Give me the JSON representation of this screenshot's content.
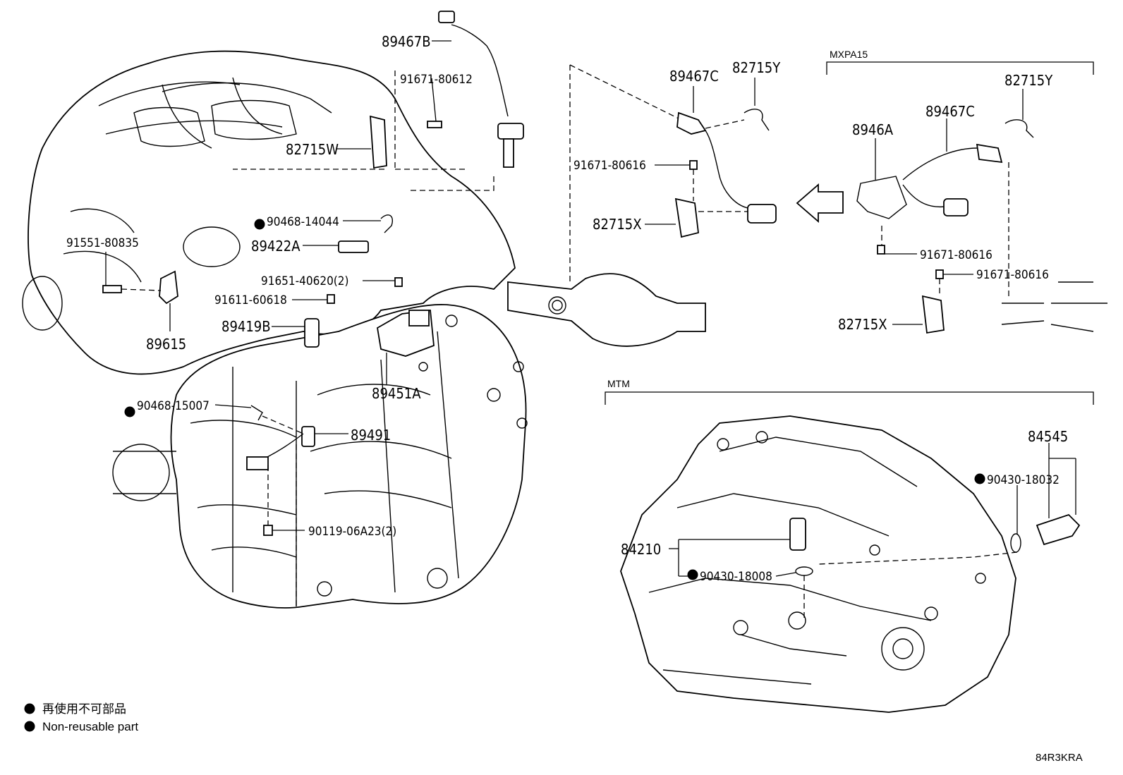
{
  "labels": {
    "p89467B": "89467B",
    "p91671_80612": "91671-80612",
    "p82715W": "82715W",
    "p90468_14044": "90468-14044",
    "p89422A": "89422A",
    "p91551_80835": "91551-80835",
    "p91651_40620": "91651-40620(2)",
    "p91611_60618": "91611-60618",
    "p89419B": "89419B",
    "p89615": "89615",
    "p89451A": "89451A",
    "p90468_15007": "90468-15007",
    "p89491": "89491",
    "p90119_06A23": "90119-06A23(2)",
    "p89467C_a": "89467C",
    "p82715Y_a": "82715Y",
    "p91671_80616_a": "91671-80616",
    "p82715X_a": "82715X",
    "p89467C_b": "89467C",
    "p82715Y_b": "82715Y",
    "p8946A": "8946A",
    "p91671_80616_b": "91671-80616",
    "p91671_80616_c": "91671-80616",
    "p82715X_b": "82715X",
    "p84545": "84545",
    "p90430_18032": "90430-18032",
    "p84210": "84210",
    "p90430_18008": "90430-18008"
  },
  "groups": {
    "mxpa15": "MXPA15",
    "mtm": "MTM"
  },
  "legend": {
    "jp": "再使用不可部品",
    "en": "Non-reusable part"
  },
  "diagram_code": "84R3KRA"
}
